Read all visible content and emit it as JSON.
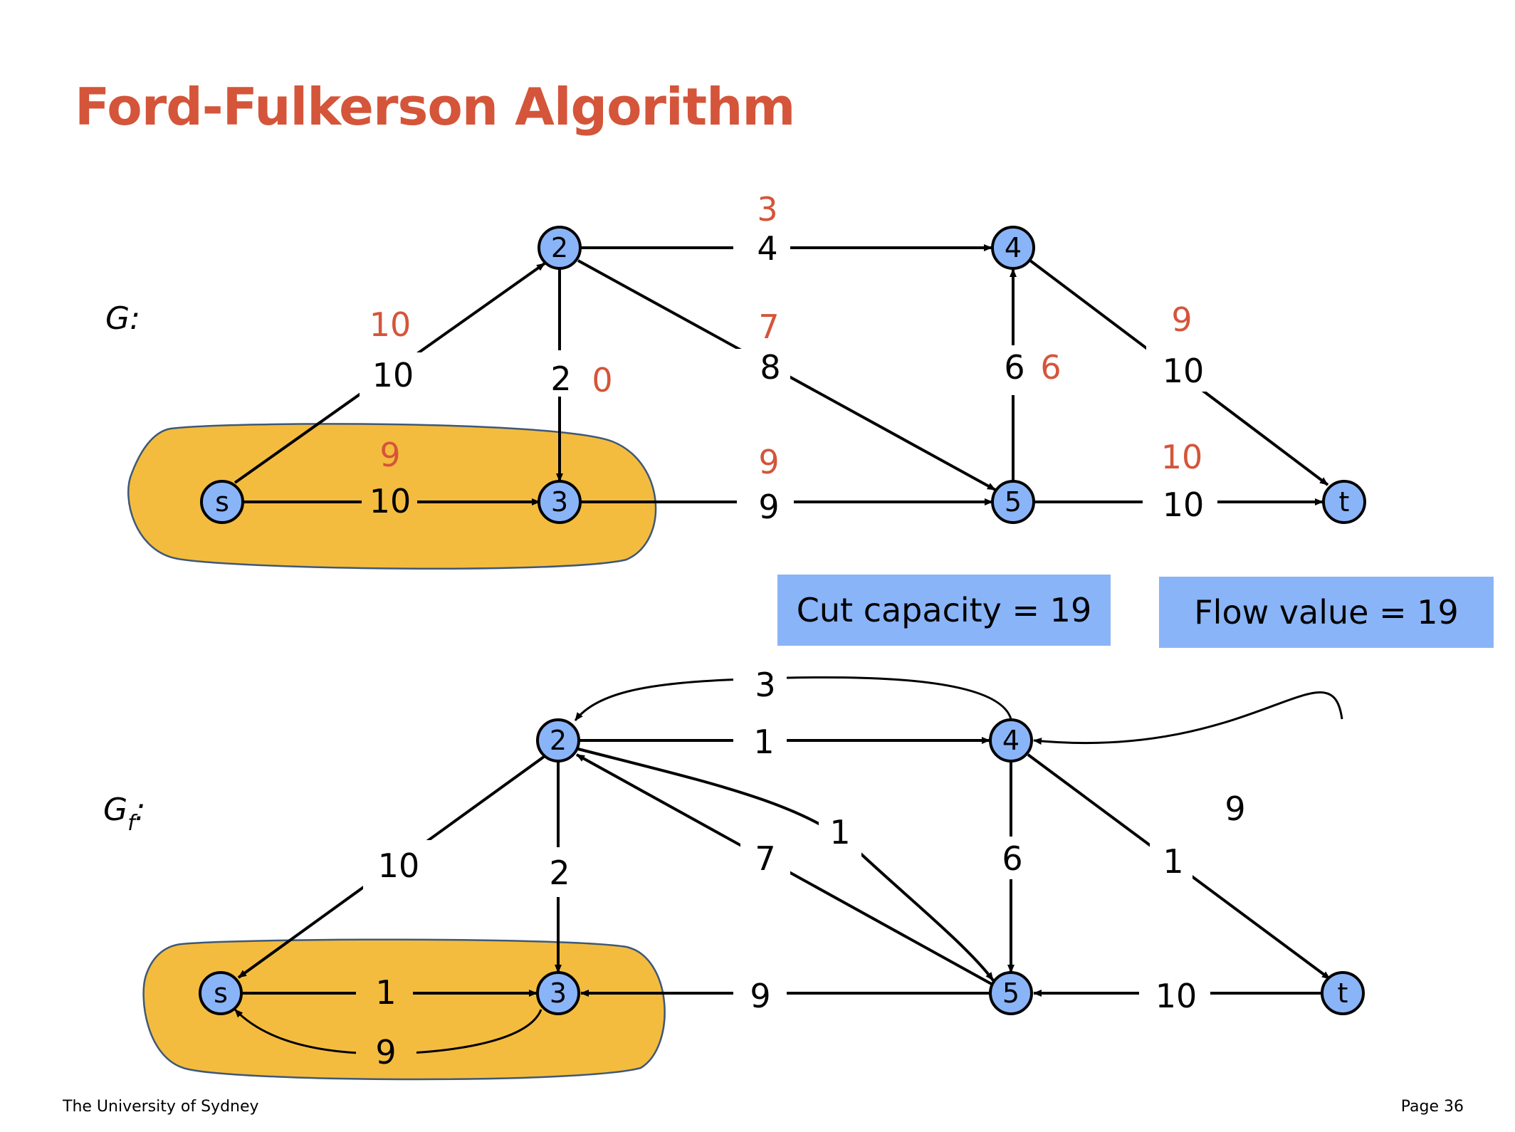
{
  "title": "Ford-Fulkerson Algorithm",
  "g_label": "G:",
  "gf_label_main": "G",
  "gf_label_sub": "f",
  "gf_label_colon": ":",
  "nodes": {
    "s": "s",
    "n2": "2",
    "n3": "3",
    "n4": "4",
    "n5": "5",
    "t": "t"
  },
  "g_edges": {
    "s_2": {
      "capacity": "10",
      "flow": "10"
    },
    "s_3": {
      "capacity": "10",
      "flow": "9"
    },
    "2_3": {
      "capacity": "2",
      "flow": "0"
    },
    "2_4": {
      "capacity": "4",
      "flow": "3"
    },
    "2_5": {
      "capacity": "8",
      "flow": "7"
    },
    "3_5": {
      "capacity": "9",
      "flow": "9"
    },
    "5_4": {
      "capacity": "6",
      "flow": "6"
    },
    "4_t": {
      "capacity": "10",
      "flow": "9"
    },
    "5_t": {
      "capacity": "10",
      "flow": "10"
    }
  },
  "gf_edges": {
    "4_2": "3",
    "2_4": "1",
    "t_4": "9",
    "2_s": "10",
    "2_3": "2",
    "5_2": "7",
    "2_5": "1",
    "4_5": "6",
    "4_t": "1",
    "s_3": "1",
    "3_s": "9",
    "5_3": "9",
    "t_5": "10"
  },
  "cut_capacity": "Cut capacity = 19",
  "flow_value": "Flow value = 19",
  "footer_left": "The University of Sydney",
  "footer_right": "Page 36",
  "colors": {
    "title": "#d4553a",
    "flow": "#d4553a",
    "node": "#8ab4f8",
    "cut_region": "#f4bc3e",
    "box": "#8ab4f8"
  }
}
